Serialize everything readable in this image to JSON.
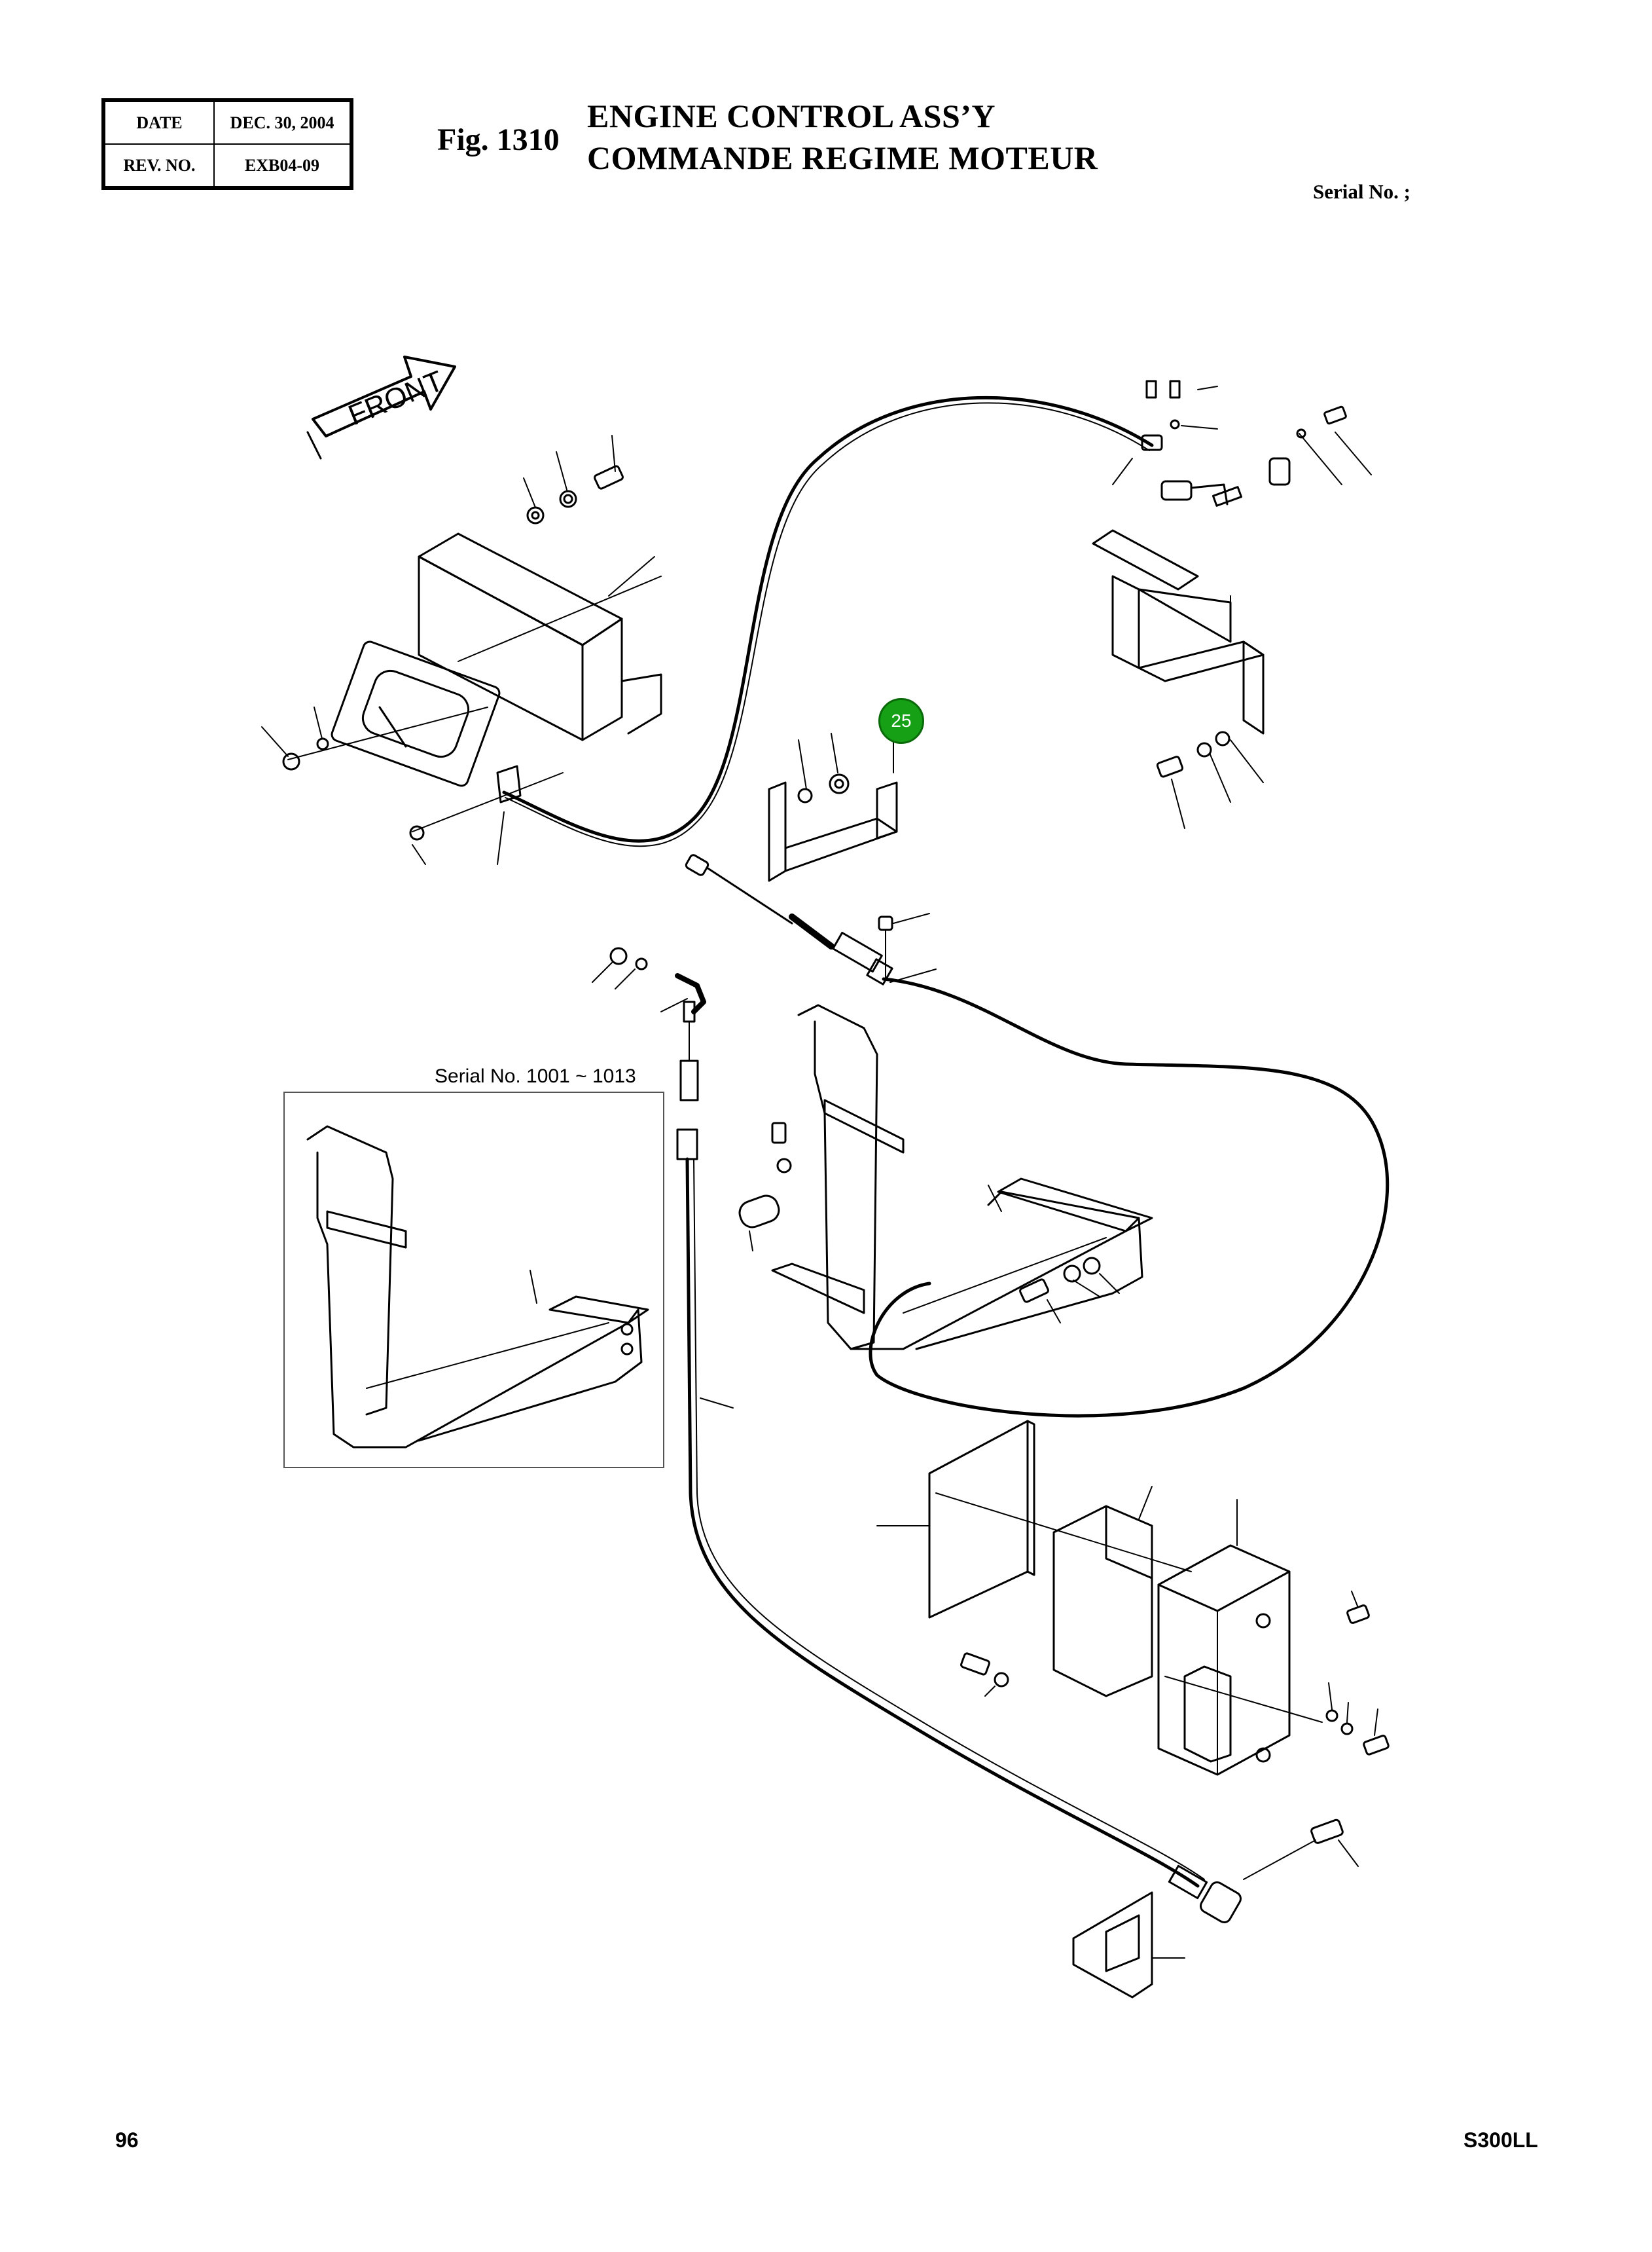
{
  "header": {
    "date_label": "DATE",
    "date_value": "DEC. 30, 2004",
    "rev_label": "REV. NO.",
    "rev_value": "EXB04-09",
    "fig_number": "Fig. 1310",
    "title_en": "ENGINE CONTROL ASS’Y",
    "title_fr": "COMMANDE REGIME MOTEUR",
    "serial_no": "Serial No. ;"
  },
  "diagram": {
    "front_label": "FRONT",
    "callout": "25",
    "callout_color": "#15a015",
    "inset_label": "Serial No. 1001 ~ 1013"
  },
  "footer": {
    "page_number": "96",
    "model": "S300LL"
  }
}
